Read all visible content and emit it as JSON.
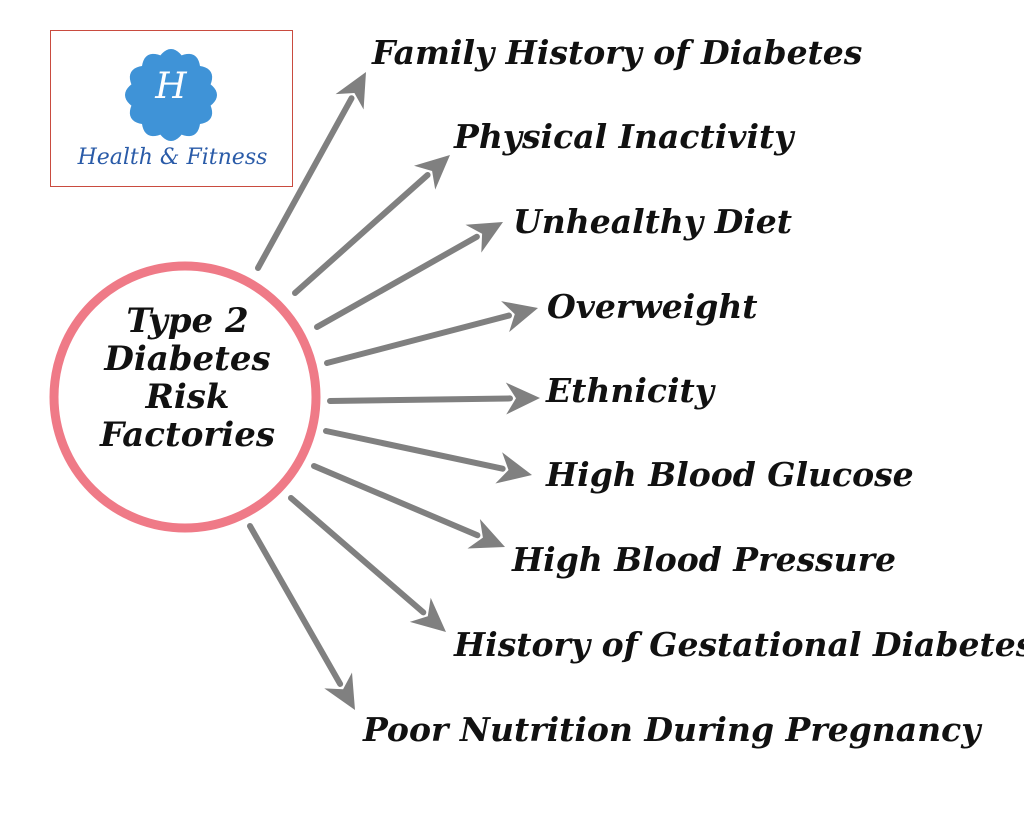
{
  "logo": {
    "letter": "H",
    "name": "Health & Fitness",
    "badge_color": "#3f93d7",
    "text_color": "#2a5ba8",
    "border_color": "#c94b3f"
  },
  "center": {
    "lines": [
      "Type 2",
      "Diabetes",
      "Risk",
      "Factories"
    ],
    "ring_color": "#ef7a87"
  },
  "arrow_color": "#808080",
  "factors": [
    "Family History of Diabetes",
    "Physical Inactivity",
    "Unhealthy Diet",
    "Overweight",
    "Ethnicity",
    "High Blood Glucose",
    "High Blood Pressure",
    "History of Gestational Diabetes",
    "Poor Nutrition During Pregnancy"
  ]
}
